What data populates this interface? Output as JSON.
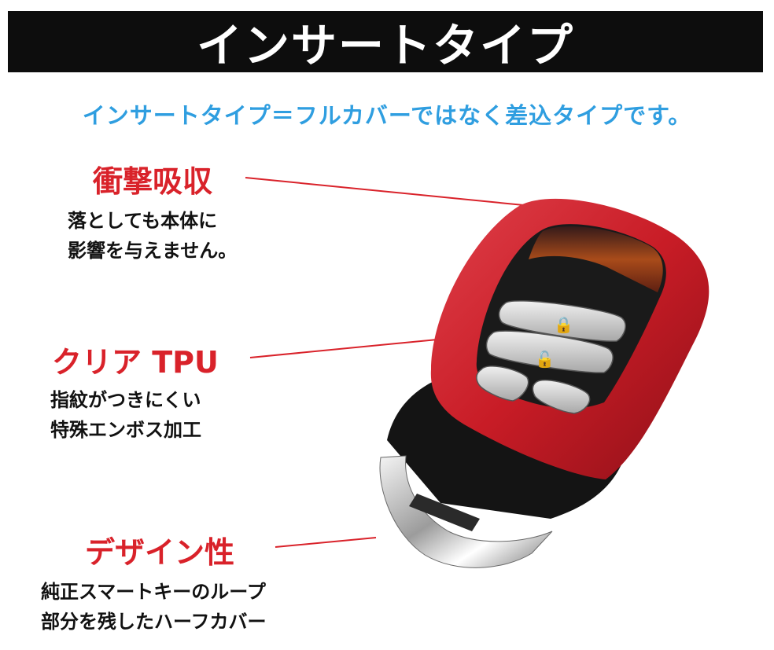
{
  "banner": {
    "title": "インサートタイプ"
  },
  "subtitle": "インサートタイプ＝フルカバーではなく差込タイプです。",
  "features": [
    {
      "title": "衝撃吸収",
      "lines": [
        "落としても本体に",
        "影響を与えません。"
      ]
    },
    {
      "title": "クリア TPU",
      "lines": [
        "指紋がつきにくい",
        "特殊エンボス加工"
      ]
    },
    {
      "title": "デザイン性",
      "lines": [
        "純正スマートキーのループ",
        "部分を残したハーフカバー"
      ]
    }
  ],
  "colors": {
    "banner_bg": "#0d0d0d",
    "subtitle": "#2f9ee0",
    "feature_title": "#d9222a",
    "cover": "#c8202a",
    "leader_line": "#d9222a"
  }
}
